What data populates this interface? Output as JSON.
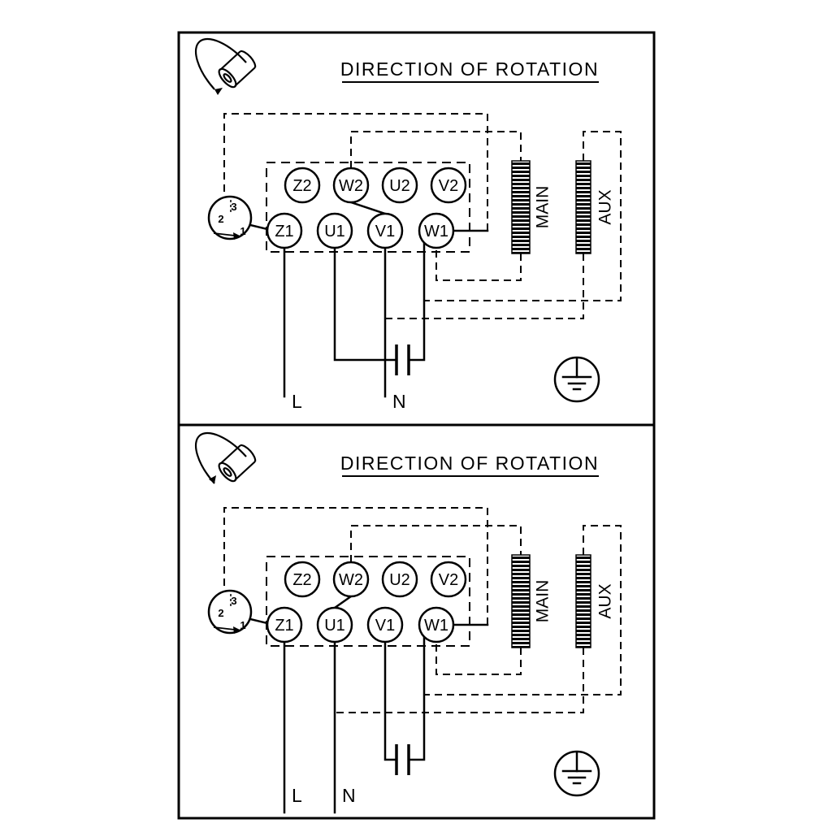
{
  "colors": {
    "ink": "#000000",
    "paper": "#ffffff"
  },
  "panels": [
    {
      "title": "DIRECTION OF ROTATION",
      "terminals_top": [
        "Z2",
        "W2",
        "U2",
        "V2"
      ],
      "terminals_bottom": [
        "Z1",
        "U1",
        "V1",
        "W1"
      ],
      "main_winding_label": "MAIN",
      "aux_winding_label": "AUX",
      "line_label": "L",
      "neutral_label": "N",
      "selector_positions": [
        "3",
        "2",
        "1"
      ]
    },
    {
      "title": "DIRECTION OF ROTATION",
      "terminals_top": [
        "Z2",
        "W2",
        "U2",
        "V2"
      ],
      "terminals_bottom": [
        "Z1",
        "U1",
        "V1",
        "W1"
      ],
      "main_winding_label": "MAIN",
      "aux_winding_label": "AUX",
      "line_label": "L",
      "neutral_label": "N",
      "selector_positions": [
        "3",
        "2",
        "1"
      ]
    }
  ]
}
